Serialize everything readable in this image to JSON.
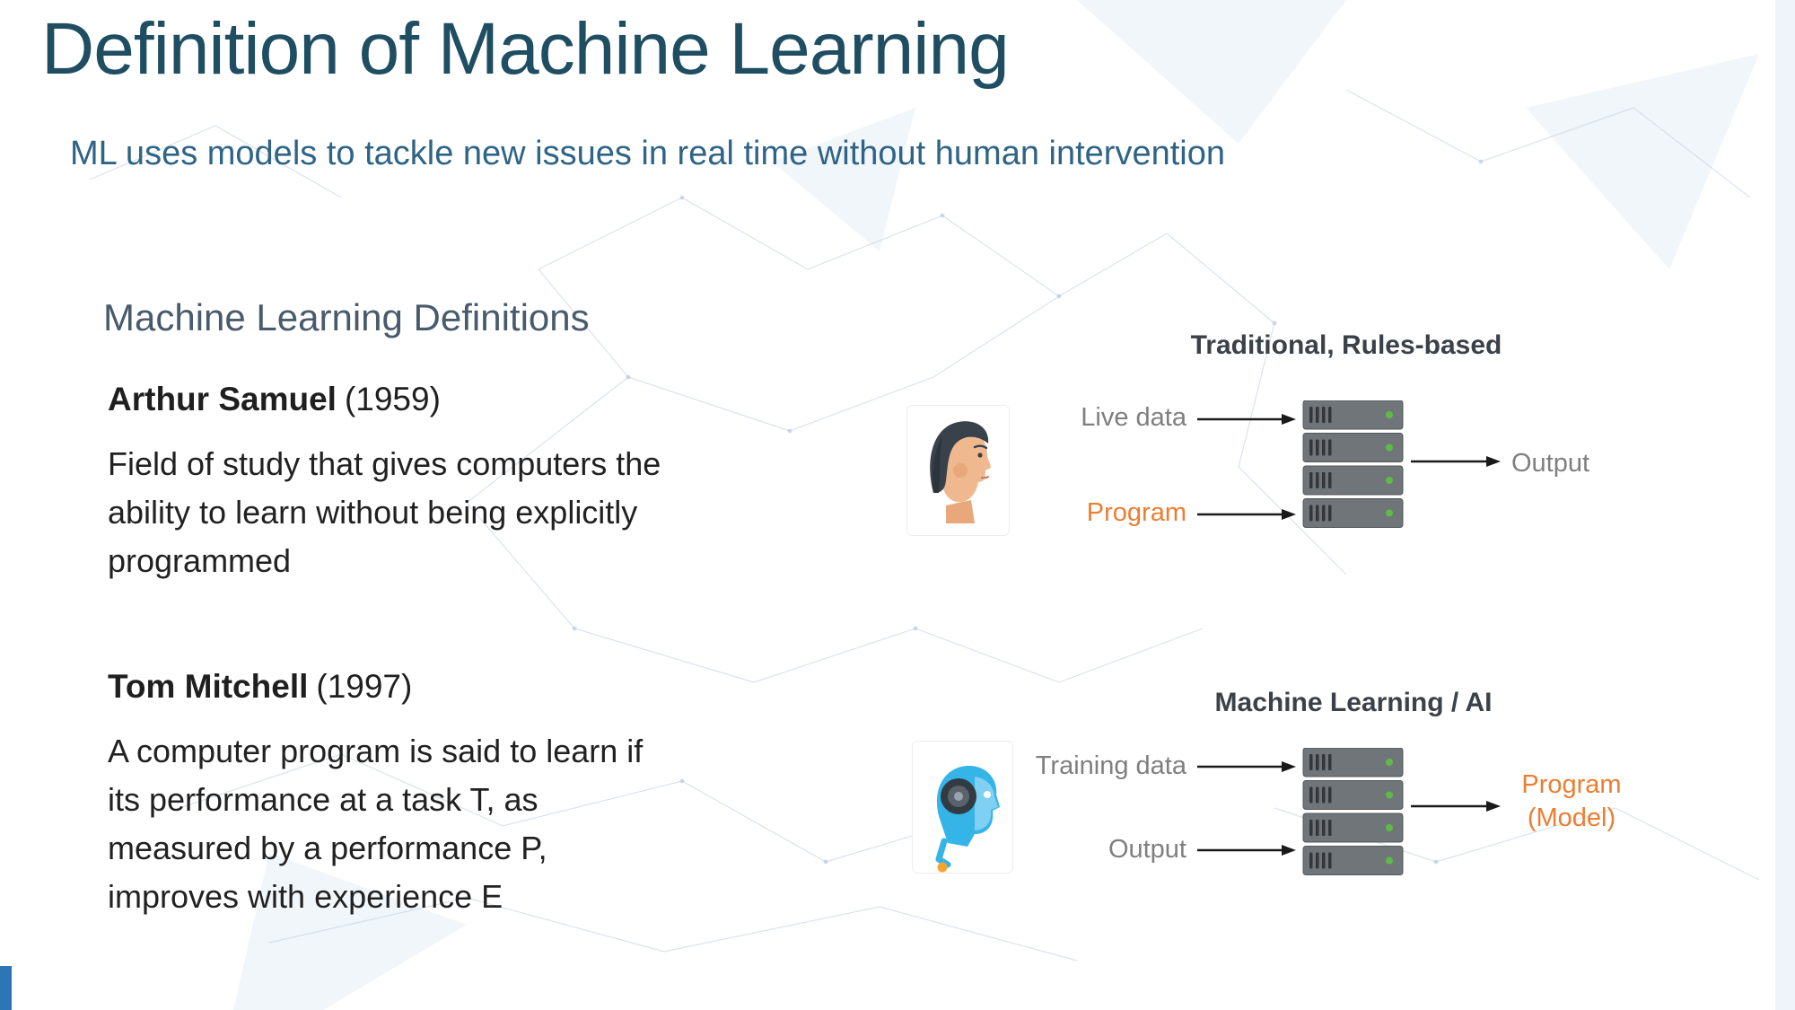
{
  "slide": {
    "title": "Definition of Machine Learning",
    "subtitle": "ML uses models to tackle new issues in real time without human intervention",
    "section_heading": "Machine Learning Definitions",
    "definitions": [
      {
        "author": "Arthur Samuel",
        "year": "(1959)",
        "text": "Field of study that gives computers the\nability to learn without being explicitly\nprogrammed"
      },
      {
        "author": "Tom Mitchell",
        "year": "(1997)",
        "text": "A computer program is said to learn if\nits performance at a task T, as\nmeasured by a performance P,\nimproves with experience E"
      }
    ],
    "diagrams": [
      {
        "heading": "Traditional, Rules-based",
        "actor_icon": "man-profile-icon",
        "processor_icon": "server-stack-icon",
        "connector_icon": "arrow-right-icon",
        "inputs": [
          {
            "label": "Live data"
          },
          {
            "label": "Program"
          }
        ],
        "output": {
          "label": "Output"
        }
      },
      {
        "heading": "Machine Learning / AI",
        "actor_icon": "robot-head-icon",
        "processor_icon": "server-stack-icon",
        "connector_icon": "arrow-right-icon",
        "inputs": [
          {
            "label": "Training data"
          },
          {
            "label": "Output"
          }
        ],
        "output": {
          "label": "Program\n(Model)"
        }
      }
    ],
    "colors": {
      "title_blue": "#1F4E63",
      "subtitle_blue": "#2F6486",
      "heading_gray_blue": "#485A6C",
      "diagram_heading_gray": "#3B4149",
      "label_gray": "#7F7F7F",
      "accent_orange": "#ED7D31",
      "accent_bar_blue": "#2E75B6",
      "led_green": "#5DBB46"
    }
  }
}
